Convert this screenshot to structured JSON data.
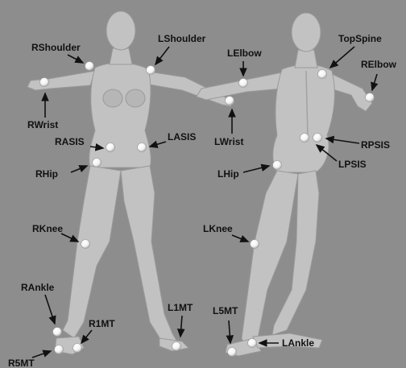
{
  "colors": {
    "background": "#8d8d8d",
    "body": "#c2c2c2",
    "body_shadow": "#a8a8a8",
    "marker": "#ffffff",
    "label": "#111111"
  },
  "views": [
    "front-view",
    "back-view"
  ],
  "markers": [
    {
      "id": "rshoulder",
      "label": "RShoulder",
      "view": "front"
    },
    {
      "id": "lshoulder",
      "label": "LShoulder",
      "view": "front"
    },
    {
      "id": "rwrist",
      "label": "RWrist",
      "view": "front"
    },
    {
      "id": "lwrist",
      "label": "LWrist",
      "view": "back"
    },
    {
      "id": "rasis",
      "label": "RASIS",
      "view": "front"
    },
    {
      "id": "lasis",
      "label": "LASIS",
      "view": "front"
    },
    {
      "id": "rhip",
      "label": "RHip",
      "view": "front"
    },
    {
      "id": "rknee",
      "label": "RKnee",
      "view": "front"
    },
    {
      "id": "rankle",
      "label": "RAnkle",
      "view": "front"
    },
    {
      "id": "r1mt",
      "label": "R1MT",
      "view": "front"
    },
    {
      "id": "r5mt",
      "label": "R5MT",
      "view": "front"
    },
    {
      "id": "l1mt",
      "label": "L1MT",
      "view": "front"
    },
    {
      "id": "lelbow",
      "label": "LElbow",
      "view": "back"
    },
    {
      "id": "topspine",
      "label": "TopSpine",
      "view": "back"
    },
    {
      "id": "relbow",
      "label": "RElbow",
      "view": "back"
    },
    {
      "id": "rpsis",
      "label": "RPSIS",
      "view": "back"
    },
    {
      "id": "lpsis",
      "label": "LPSIS",
      "view": "back"
    },
    {
      "id": "lhip",
      "label": "LHip",
      "view": "back"
    },
    {
      "id": "lknee",
      "label": "LKnee",
      "view": "back"
    },
    {
      "id": "l5mt",
      "label": "L5MT",
      "view": "back"
    },
    {
      "id": "lankle",
      "label": "LAnkle",
      "view": "back"
    }
  ]
}
